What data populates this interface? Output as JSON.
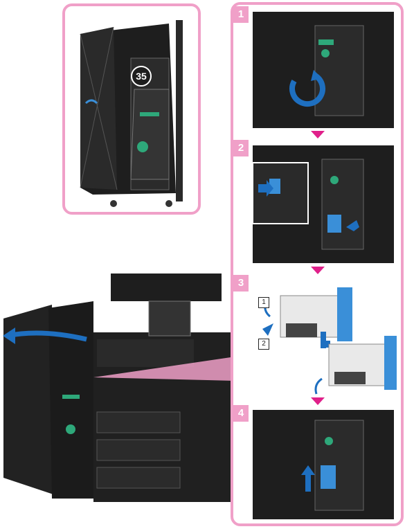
{
  "callout": {
    "number": "35"
  },
  "steps": [
    {
      "number": "1"
    },
    {
      "number": "2"
    },
    {
      "number": "3",
      "sub_labels": [
        "1",
        "2"
      ]
    },
    {
      "number": "4"
    }
  ],
  "colors": {
    "frame_pink": "#f0a0c8",
    "arrow_magenta": "#e0208a",
    "action_blue": "#1e6fc0",
    "cartridge_blue": "#3a8fd8",
    "indicator_green": "#2ea87a",
    "machine_dark": "#1e1e1e"
  }
}
